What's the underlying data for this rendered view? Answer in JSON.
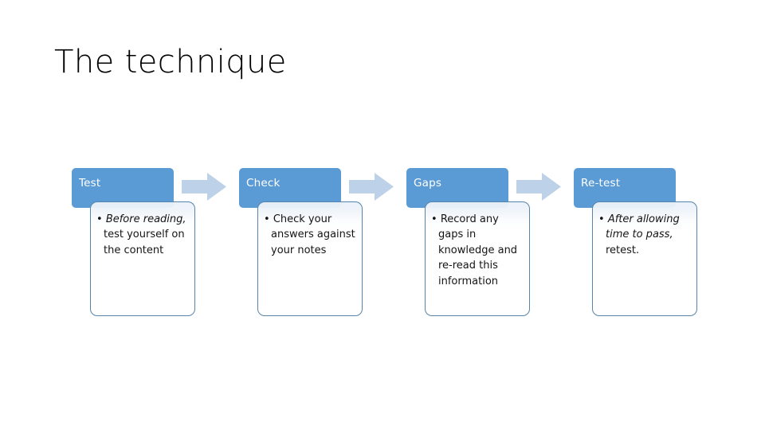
{
  "slide": {
    "title": "The technique",
    "background_color": "#FFFFFF"
  },
  "theme": {
    "header_fill": "#5B9BD5",
    "header_text_color": "#FFFFFF",
    "card_border": "#5585AE",
    "card_fill": "#FFFFFF",
    "arrow_fill": "#BDD2E8",
    "body_text_color": "#141414"
  },
  "process": {
    "steps": [
      {
        "header": "Test",
        "bullet": "• ",
        "italic_text": "Before reading,",
        "plain_text": " test yourself on the content"
      },
      {
        "header": "Check",
        "bullet": "• ",
        "italic_text": "",
        "plain_text": "Check your answers against your notes"
      },
      {
        "header": "Gaps",
        "bullet": "• ",
        "italic_text": "",
        "plain_text": "Record any gaps in knowledge and re-read this information"
      },
      {
        "header": "Re-test",
        "bullet": "• ",
        "italic_text": "After allowing time to pass,",
        "plain_text": " retest."
      }
    ],
    "arrows": [
      {
        "name": "arrow-test-to-check"
      },
      {
        "name": "arrow-check-to-gaps"
      },
      {
        "name": "arrow-gaps-to-retest"
      }
    ]
  }
}
